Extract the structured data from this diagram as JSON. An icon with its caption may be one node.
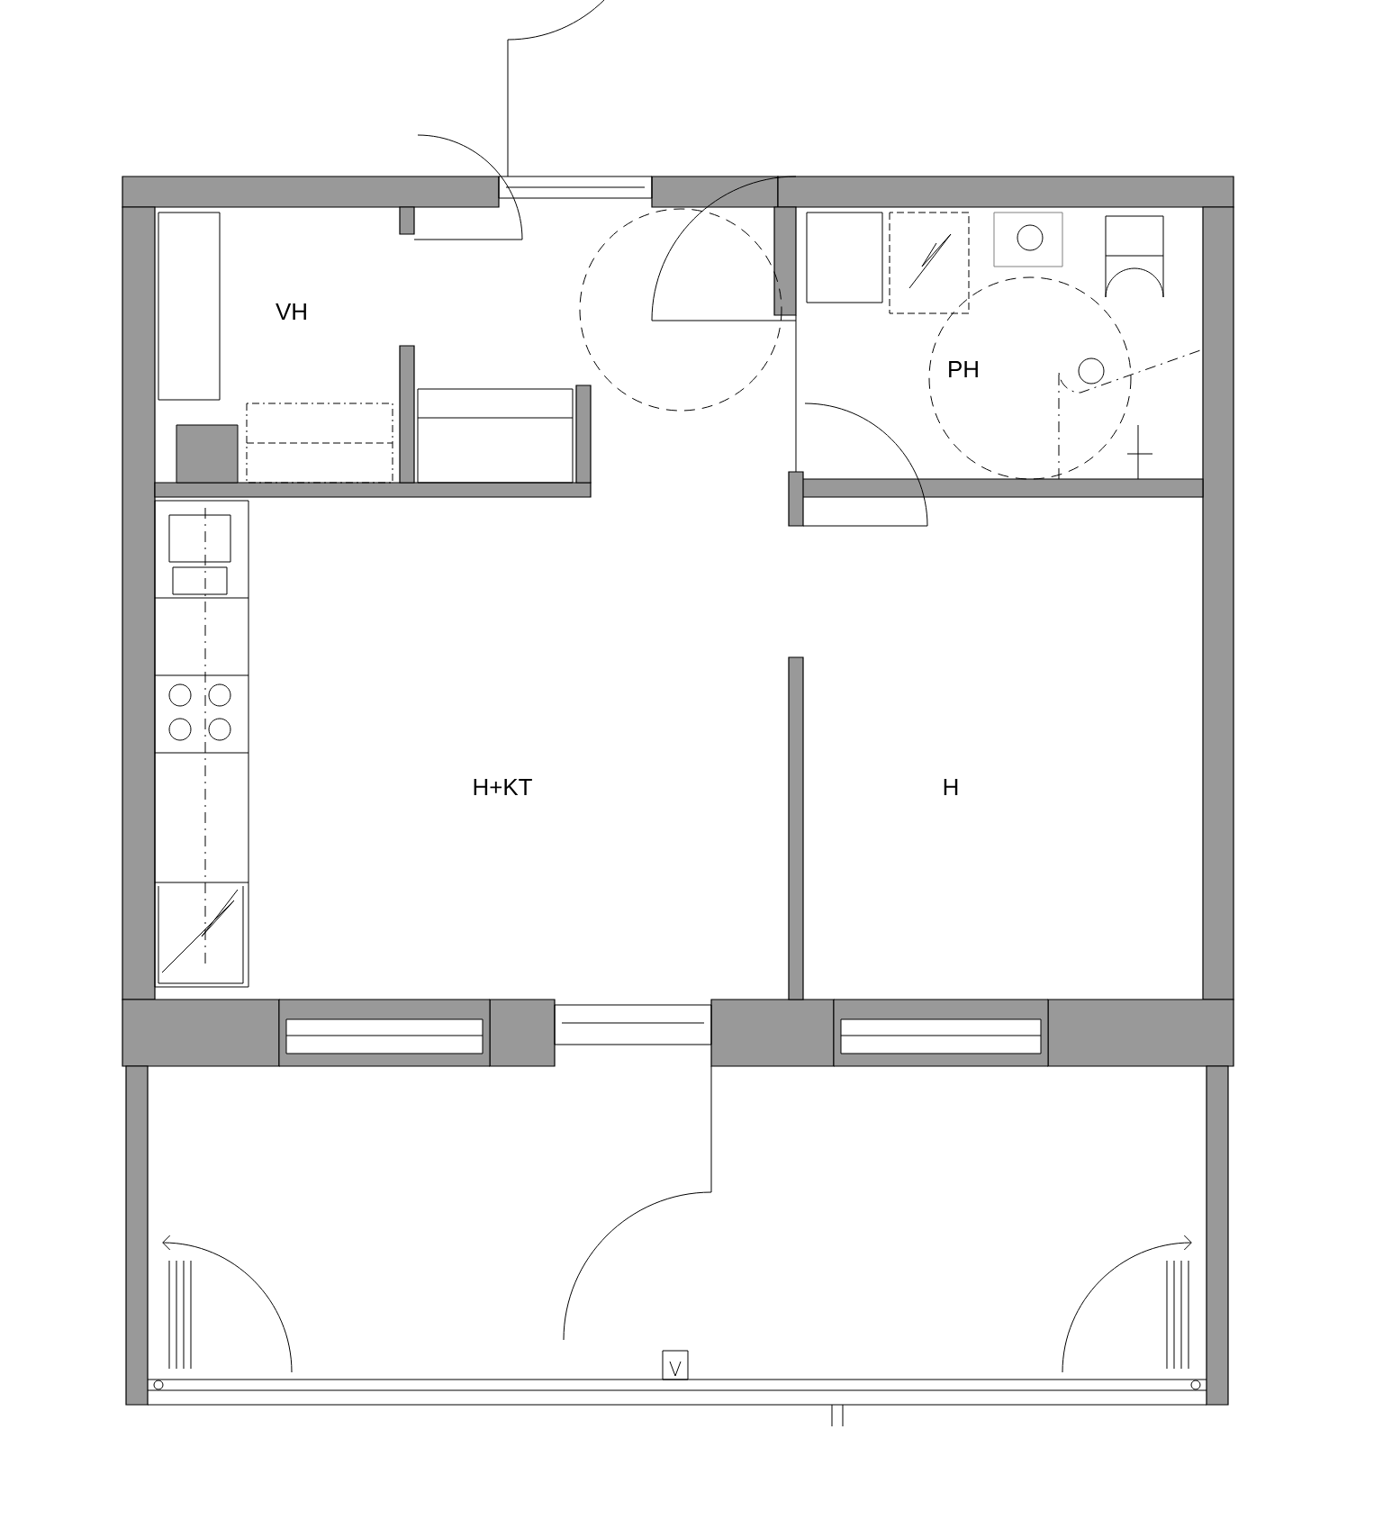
{
  "diagram": {
    "labels": [
      "VH",
      "PH",
      "H+KT",
      "H"
    ]
  }
}
